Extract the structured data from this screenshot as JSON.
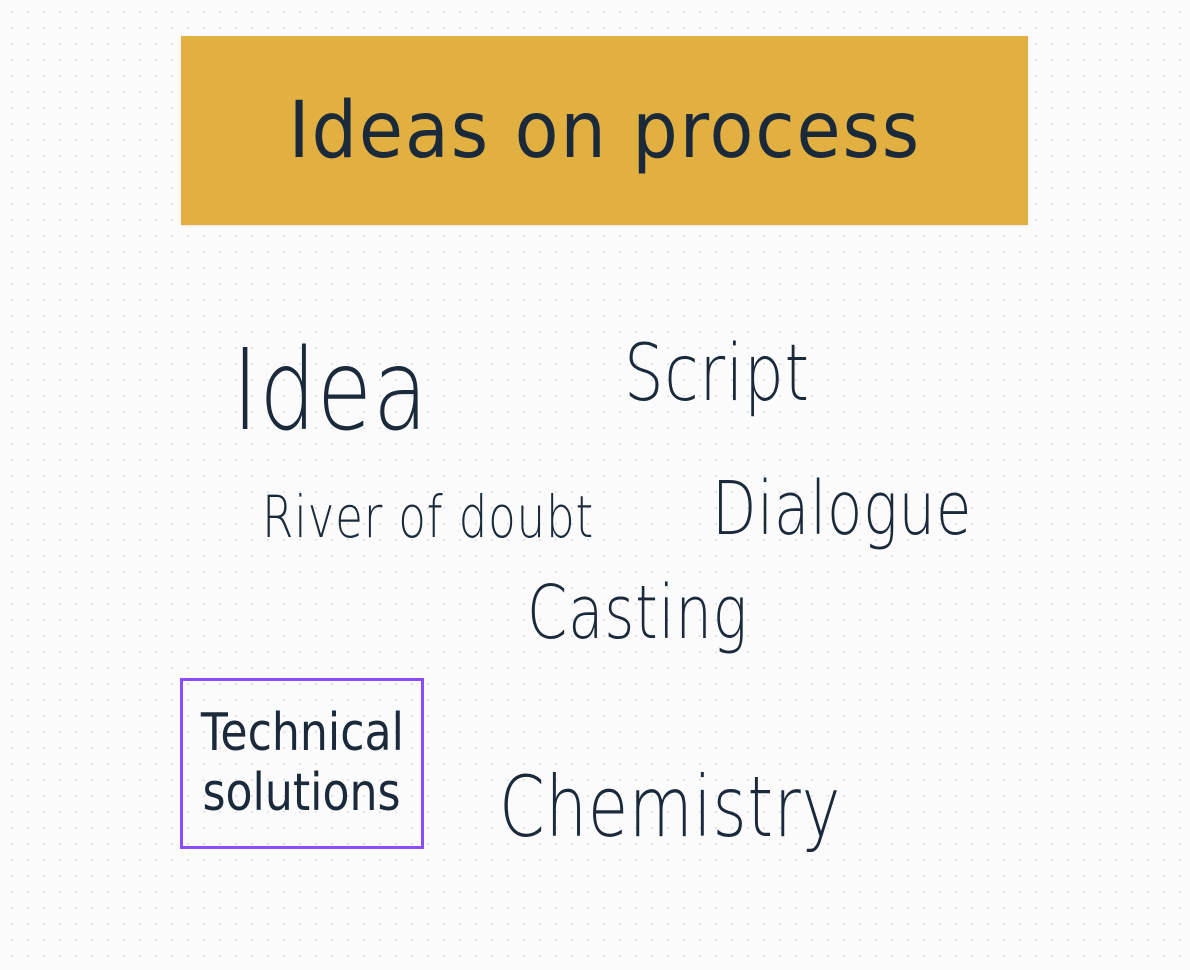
{
  "header": {
    "title": "Ideas on process",
    "color": "#e2b040"
  },
  "notes": {
    "idea": "Idea",
    "script": "Script",
    "river": "River of doubt",
    "dialogue": "Dialogue",
    "casting": "Casting",
    "technical_line1": "Technical",
    "technical_line2": "solutions",
    "chemistry": "Chemistry"
  },
  "selection_color": "#8b4dff"
}
